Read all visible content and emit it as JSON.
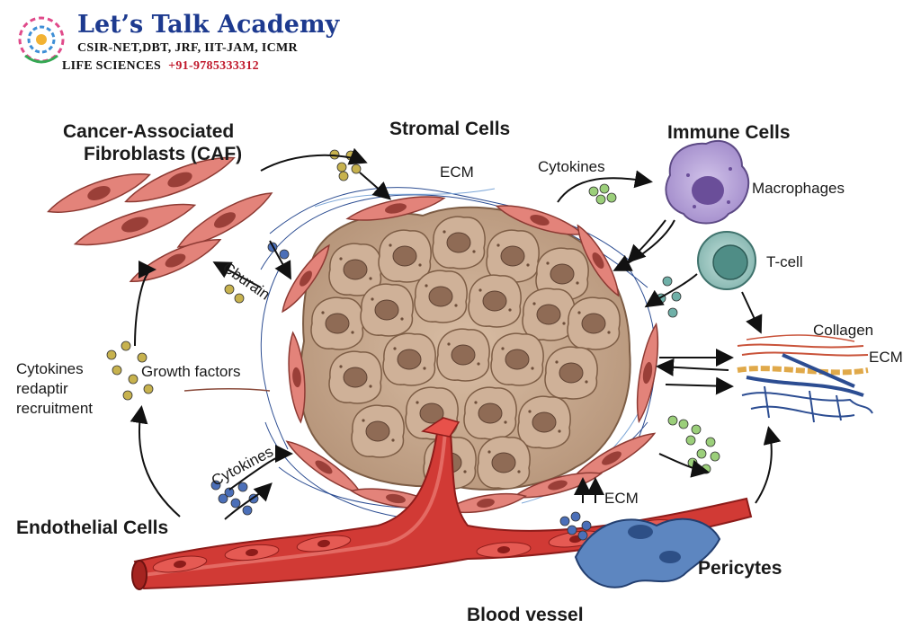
{
  "logo": {
    "title": "Let’s Talk Academy",
    "subtitle": "CSIR-NET,DBT, JRF, IIT-JAM, ICMR",
    "line3": "LIFE SCIENCES",
    "phone": "+91-9785333312"
  },
  "labels": {
    "caf": "Cancer-Associated",
    "caf2": "Fibroblasts (CAF)",
    "stromal": "Stromal Cells",
    "immune": "Immune Cells",
    "macrophages": "Macrophages",
    "tcell": "T-cell",
    "collagen": "Collagen",
    "ecm_right": "ECM",
    "ecm_top": "ECM",
    "ecm_bottom": "ECM",
    "cytokines_top": "Cytokines",
    "cytokines_left1": "Cytokines",
    "cytokines_left2": "redaptir",
    "cytokines_left3": "recruitment",
    "growth_factors": "Growth factors",
    "cbu": "Cburain",
    "cytokines_bottom": "Cytokines",
    "endothelial": "Endothelial Cells",
    "pericytes": "Pericytes",
    "blood_vessel": "Blood vessel"
  },
  "colors": {
    "fibroblast": "#e3837a",
    "tumor": "#c7a88e",
    "macrophage": "#b9a6d6",
    "tcell": "#8fc3bc",
    "vessel": "#d13a35",
    "pericyte": "#5d86c0",
    "collagen": "#c9533a",
    "ecm_fiber": "#2c4d92"
  }
}
